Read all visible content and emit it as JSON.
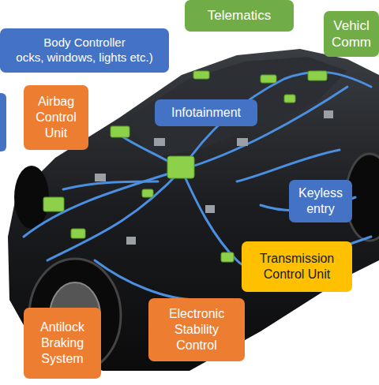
{
  "diagram": {
    "nodes": [
      {
        "text": [
          "Telematics"
        ]
      },
      {
        "text": [
          "Vehicl Comm"
        ]
      },
      {
        "text": [
          "Body Controller",
          "ocks, windows, lights etc.)"
        ]
      },
      {
        "text": [
          "Airbag Control Unit"
        ]
      },
      {
        "text": [
          "Infotainment"
        ]
      },
      {
        "text": [
          "Keyless entry"
        ]
      },
      {
        "text": [
          "Transmission Control Unit"
        ]
      },
      {
        "text": [
          "Electronic Stability Control"
        ]
      },
      {
        "text": [
          "Antilock Braking System"
        ]
      }
    ]
  }
}
